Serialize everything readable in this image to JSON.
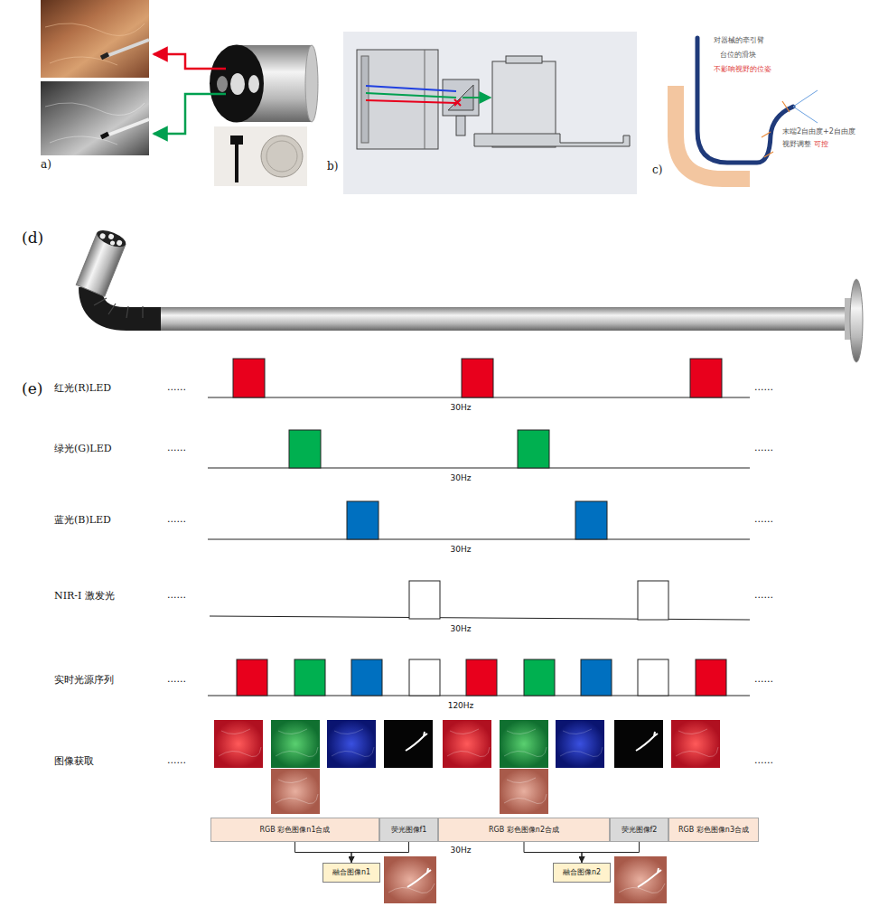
{
  "diagram": {
    "nodes": [
      {
        "text": [
          "RGB 彩色图像n1合成"
        ]
      },
      {
        "text": [
          "荧光图像f1"
        ]
      },
      {
        "text": [
          "RGB 彩色图像n2合成"
        ]
      },
      {
        "text": [
          "荧光图像f2"
        ]
      },
      {
        "text": [
          "RGB 彩色图像n3合成"
        ]
      },
      {
        "text": [
          "融合图像n1"
        ]
      },
      {
        "text": [
          "融合图像n2"
        ]
      }
    ],
    "edges": [
      {
        "from": 0,
        "to": 5,
        "arrow": "to"
      },
      {
        "from": 1,
        "to": 5,
        "arrow": "to"
      },
      {
        "from": 2,
        "to": 6,
        "arrow": "to"
      },
      {
        "from": 3,
        "to": 6,
        "arrow": "to"
      }
    ],
    "labels": [
      "a)",
      "b)",
      "c)",
      "对器械的牵引臂",
      "台位的滑块",
      "不影响视野的位姿",
      "末端2自由度+2自由度",
      "视野调整",
      "可控",
      "(d)",
      "(e)",
      "红光(R)LED",
      "......",
      "......",
      "30Hz",
      "绿光(G)LED",
      "......",
      "......",
      "30Hz",
      "蓝光(B)LED",
      "......",
      "......",
      "30Hz",
      "NIR-I 激发光",
      "......",
      "......",
      "30Hz",
      "实时光源序列",
      "......",
      "......",
      "120Hz",
      "图像获取",
      "......",
      "......",
      "30Hz"
    ]
  }
}
